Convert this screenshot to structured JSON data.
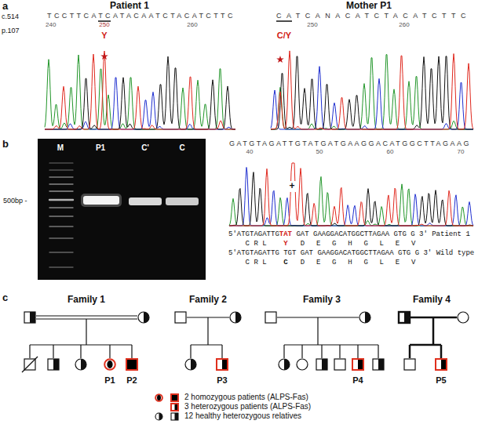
{
  "diagram": {
    "nodes": [
      {
        "text": [
          "P1"
        ]
      },
      {
        "text": [
          "P2"
        ]
      },
      {
        "text": [
          "P3"
        ]
      },
      {
        "text": [
          "P4"
        ]
      },
      {
        "text": [
          "P5"
        ]
      }
    ],
    "labels": [
      "a",
      "Patient 1",
      "Mother P1",
      "c.514",
      "p.107",
      "TCCTTCATCATACAATCTACATCTTC",
      "240",
      "250",
      "Y",
      "260",
      "CATCANACATCTACATCTTC",
      "250",
      "C/Y",
      "260",
      "b",
      "M",
      "P1",
      "C'",
      "C",
      "500bp -",
      "GATGTAGATTGTATGATGAAGGACATGGCTTAGAAG",
      "40",
      "50",
      "60",
      "70",
      "+",
      "5'ATGTAGATTG",
      "TAT",
      "GAT GAAGGACATGGCTTAGAA GTG G 3' Patient 1",
      "C R L",
      "Y",
      "D E G H G L E V",
      "5'ATGTAGATTG TGT GAT GAAGGACATGGCTTAGAA GTG G 3' Wild type",
      "C R L",
      "C",
      "D E G H G L E V",
      "c",
      "Family 1",
      "Family 2",
      "Family 3",
      "Family 4"
    ],
    "legend": [
      {
        "text": "2 homozygous patients (ALPS-Fas)"
      },
      {
        "text": "3 heterozygous patients (ALPS-Fas)"
      },
      {
        "text": "12 healthy heterozygous relatives"
      }
    ]
  }
}
